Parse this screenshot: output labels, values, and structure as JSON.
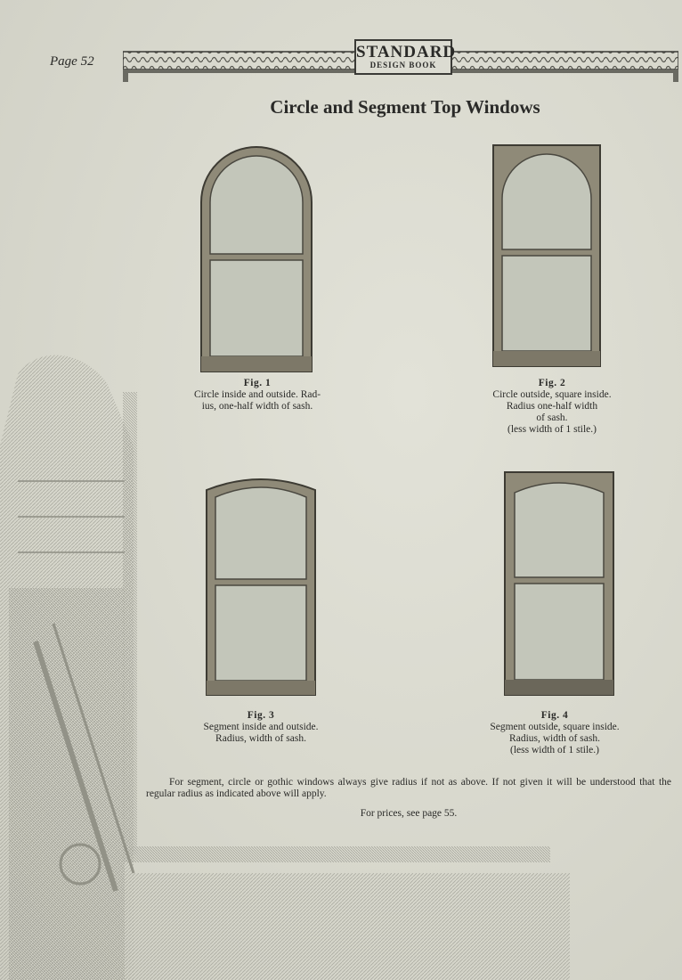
{
  "header": {
    "page_number": "Page 52",
    "logo_main": "STANDARD",
    "logo_sub": "DESIGN BOOK"
  },
  "title": "Circle and Segment Top Windows",
  "figures": [
    {
      "label": "Fig. 1",
      "lines": [
        "Circle inside and outside. Rad-",
        "ius, one-half width of sash."
      ]
    },
    {
      "label": "Fig. 2",
      "lines": [
        "Circle outside, square inside.",
        "Radius one-half width",
        "of sash.",
        "(less width of 1 stile.)"
      ]
    },
    {
      "label": "Fig. 3",
      "lines": [
        "Segment inside and outside.",
        "Radius, width of sash."
      ]
    },
    {
      "label": "Fig. 4",
      "lines": [
        "Segment outside, square inside.",
        "Radius, width of sash.",
        "(less width of 1 stile.)"
      ]
    }
  ],
  "footer": {
    "note": "For segment, circle or gothic windows always give radius if not as above. If not given it will be understood that the regular radius as indicated above will apply.",
    "prices": "For prices, see page 55."
  },
  "colors": {
    "paper": "#d9d9cf",
    "ink": "#2a2a28",
    "wood": "#8f8a78",
    "glass": "#c3c6ba"
  }
}
